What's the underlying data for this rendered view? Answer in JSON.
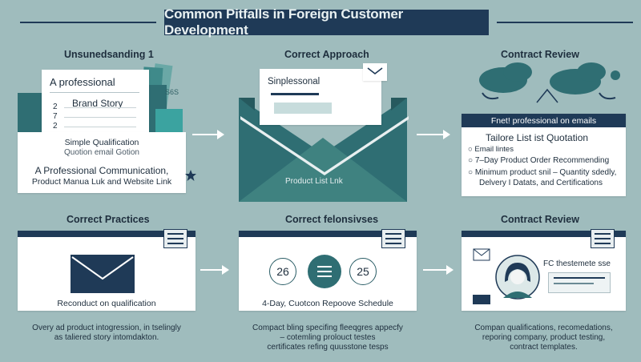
{
  "title": "Common Pitfalls in Foreign Customer Development",
  "top": {
    "left": {
      "heading": "Unsunedsanding 1",
      "doc_title": "A professional",
      "doc_label": "Brand Story",
      "list_numbers": [
        "2",
        "7",
        "2"
      ],
      "side_text": "S6S",
      "line1": "Simple Qualification",
      "line2": "Quotion email Gotion",
      "line3": "A Professional Communication,",
      "line4": "Product Manua Luk and Website Link"
    },
    "middle": {
      "heading": "Correct Approach",
      "letter_title": "Sinplessonal",
      "envelope_label": "Product List Lnk"
    },
    "right": {
      "heading": "Contract Review",
      "bar_title": "Fnet! professional on emails",
      "subtitle": "Tailore List ist Quotation",
      "items": [
        "Email lintes",
        "7–Day Product Order Recommending",
        "Minimum product snil – Quantity sdedly,",
        "Delvery I Datats, and Certifications"
      ]
    }
  },
  "bottom": {
    "left": {
      "heading": "Correct Practices",
      "caption": "Reconduct on qualification",
      "desc1": "Overy ad product intogression, in tselingly",
      "desc2": "as taliered story intomdakton."
    },
    "middle": {
      "heading": "Correct felonsivses",
      "num_left": "26",
      "num_right": "25",
      "caption": "4-Day, Cuotcon Repoove Schedule",
      "desc1": "Compact bling specifing fleeqgres appecfy",
      "desc2": "– cotemling prolouct testes",
      "desc3": "certificates refing quusstone tesps"
    },
    "right": {
      "heading": "Contract Review",
      "card_text": "FC thestemete sse",
      "desc1": "Compan qualifications, recomedations,",
      "desc2": "reporing company, product testing,",
      "desc3": "contract templates."
    }
  },
  "colors": {
    "background": "#9fbcbd",
    "navy": "#1f3a57",
    "teal": "#2f6e73",
    "light_teal": "#3f8a8a"
  },
  "icons": [
    "star-icon",
    "envelope-icon",
    "document-icon",
    "avatar-icon",
    "chat-cloud-icon",
    "menu-icon"
  ]
}
